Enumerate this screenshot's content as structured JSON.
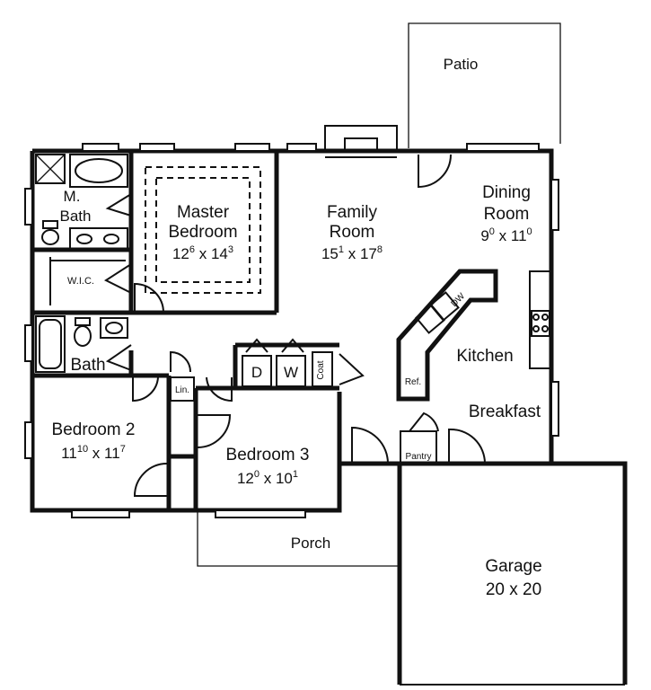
{
  "rooms": {
    "patio": "Patio",
    "m_bath_1": "M.",
    "m_bath_2": "Bath",
    "master_bedroom_1": "Master",
    "master_bedroom_2": "Bedroom",
    "master_bedroom_dim": {
      "w": "12",
      "w_sup": "6",
      "sep": " x ",
      "h": "14",
      "h_sup": "3"
    },
    "family_room_1": "Family",
    "family_room_2": "Room",
    "family_room_dim": {
      "w": "15",
      "w_sup": "1",
      "sep": " x ",
      "h": "17",
      "h_sup": "8"
    },
    "dining_room_1": "Dining",
    "dining_room_2": "Room",
    "dining_room_dim": {
      "w": "9",
      "w_sup": "0",
      "sep": " x ",
      "h": "11",
      "h_sup": "0"
    },
    "wic": "W.I.C.",
    "bath": "Bath",
    "kitchen": "Kitchen",
    "breakfast": "Breakfast",
    "bedroom_2": "Bedroom 2",
    "bedroom_2_dim": {
      "w": "11",
      "w_sup": "10",
      "sep": " x ",
      "h": "11",
      "h_sup": "7"
    },
    "bedroom_3": "Bedroom 3",
    "bedroom_3_dim": {
      "w": "12",
      "w_sup": "0",
      "sep": " x ",
      "h": "10",
      "h_sup": "1"
    },
    "porch": "Porch",
    "garage_1": "Garage",
    "garage_2": "20 x 20"
  },
  "fixtures": {
    "dryer": "D",
    "washer": "W",
    "coat": "Coat",
    "linen": "Lin.",
    "dishwasher": "DW",
    "refrigerator": "Ref.",
    "pantry": "Pantry"
  }
}
